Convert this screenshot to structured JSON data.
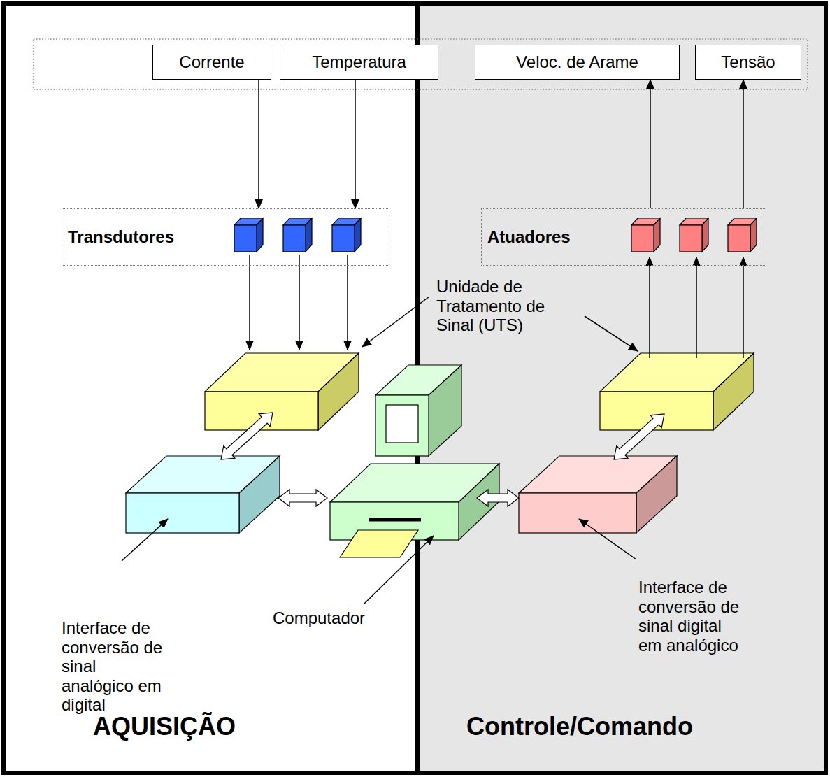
{
  "diagram": {
    "nodes": [
      {
        "text": [
          "Corrente"
        ]
      },
      {
        "text": [
          "Temperatura"
        ]
      },
      {
        "text": [
          "Veloc. de Arame"
        ]
      },
      {
        "text": [
          "Tensão"
        ]
      },
      {
        "text": [
          "Transdutores"
        ]
      },
      {
        "text": [
          "Atuadores"
        ]
      }
    ],
    "edges": [
      {
        "from": 0,
        "to": 4,
        "arrow": "to"
      },
      {
        "from": 1,
        "to": 4,
        "arrow": "to"
      },
      {
        "from": 5,
        "to": 2,
        "arrow": "to"
      },
      {
        "from": 5,
        "to": 3,
        "arrow": "to"
      }
    ],
    "labels": [
      "Unidade de Tratamento de Sinal (UTS)",
      "Interface de conversão de sinal analógico em digital",
      "Computador",
      "Interface de conversão de sinal digital em analógico",
      "AQUISIÇÃO",
      "Controle/Comando"
    ]
  }
}
